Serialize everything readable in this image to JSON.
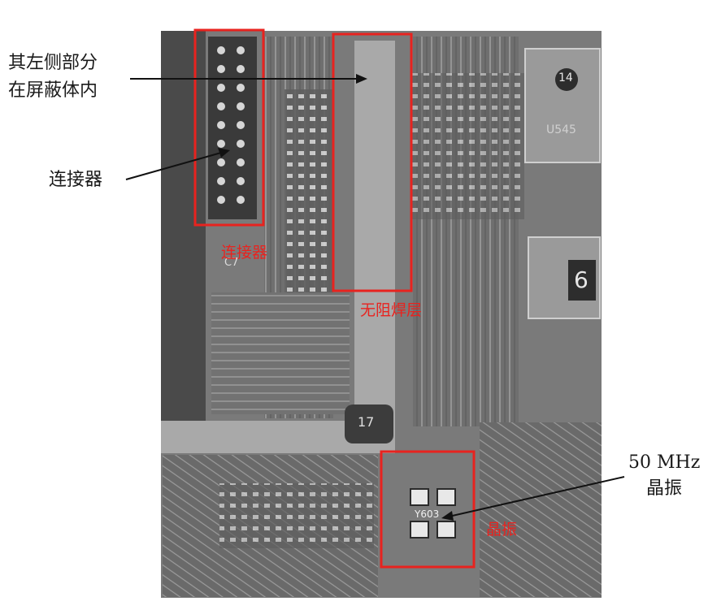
{
  "figure": {
    "left_annotation_line1": "其左侧部分",
    "left_annotation_line2": "在屏蔽体内",
    "connector_annotation": "连接器",
    "crystal_annotation_line1": "50 MHz",
    "crystal_annotation_line2": "晶振",
    "red_label_connector": "连接器",
    "red_label_no_solder_mask": "无阻焊层",
    "red_label_crystal": "晶振",
    "chip_marking": "U545",
    "silk_label_14": "14",
    "silk_label_6": "6",
    "silk_label_17": "17",
    "silk_label_crystal": "Y603",
    "silk_label_c7": "C7",
    "highlight_color": "#e8231f",
    "board_color": "#7a7a7a",
    "shield_strip_color": "#a9a9a9"
  }
}
